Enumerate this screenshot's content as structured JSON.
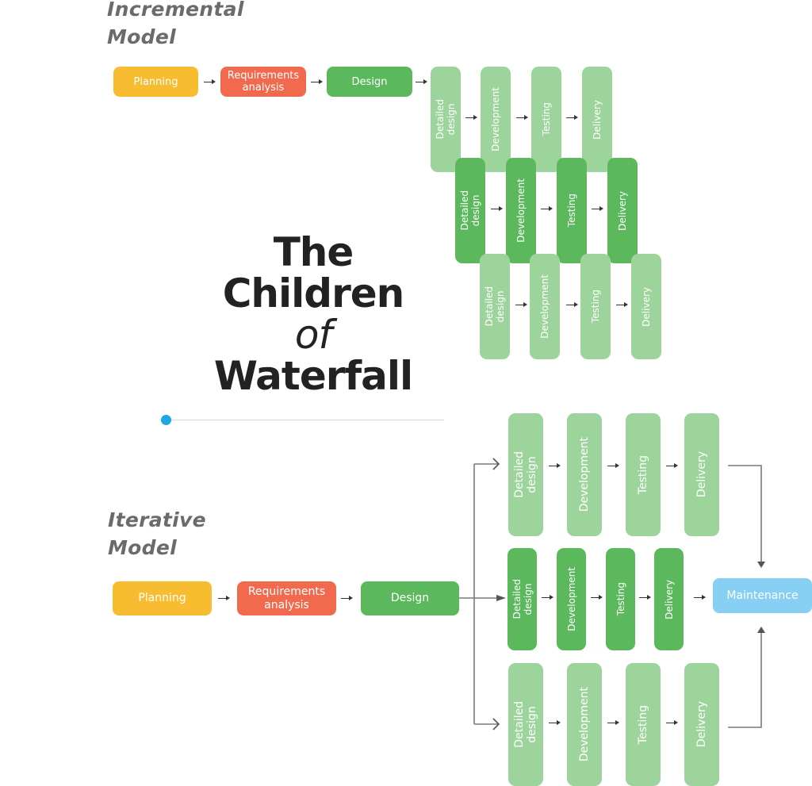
{
  "title": {
    "line1": "The",
    "line2": "Children",
    "line3": "of",
    "line4": "Waterfall"
  },
  "colors": {
    "planning": "#f7bc30",
    "requirements": "#f26a4e",
    "design": "#5cb85c",
    "stage_light": "#9dd49c",
    "stage_dark": "#5cb85c",
    "maintenance": "#87cff3",
    "divider_dot": "#1ea7e4",
    "title_text": "#222222",
    "model_label": "#6b6b6b"
  },
  "incremental": {
    "label_line1": "Incremental",
    "label_line2": "Model",
    "phases": [
      "Planning",
      "Requirements\nanalysis",
      "Design"
    ],
    "increments": [
      {
        "shade": "light",
        "stages": [
          "Detailed\ndesign",
          "Development",
          "Testing",
          "Delivery"
        ]
      },
      {
        "shade": "dark",
        "stages": [
          "Detailed\ndesign",
          "Development",
          "Testing",
          "Delivery"
        ]
      },
      {
        "shade": "light",
        "stages": [
          "Detailed\ndesign",
          "Development",
          "Testing",
          "Delivery"
        ]
      }
    ]
  },
  "iterative": {
    "label_line1": "Iterative",
    "label_line2": "Model",
    "phases": [
      "Planning",
      "Requirements\nanalysis",
      "Design"
    ],
    "iterations": [
      {
        "shade": "light",
        "stages": [
          "Detailed\ndesign",
          "Development",
          "Testing",
          "Delivery"
        ]
      },
      {
        "shade": "dark",
        "stages": [
          "Detailed\ndesign",
          "Development",
          "Testing",
          "Delivery"
        ]
      },
      {
        "shade": "light",
        "stages": [
          "Detailed\ndesign",
          "Development",
          "Testing",
          "Delivery"
        ]
      }
    ],
    "final_stage": "Maintenance"
  }
}
